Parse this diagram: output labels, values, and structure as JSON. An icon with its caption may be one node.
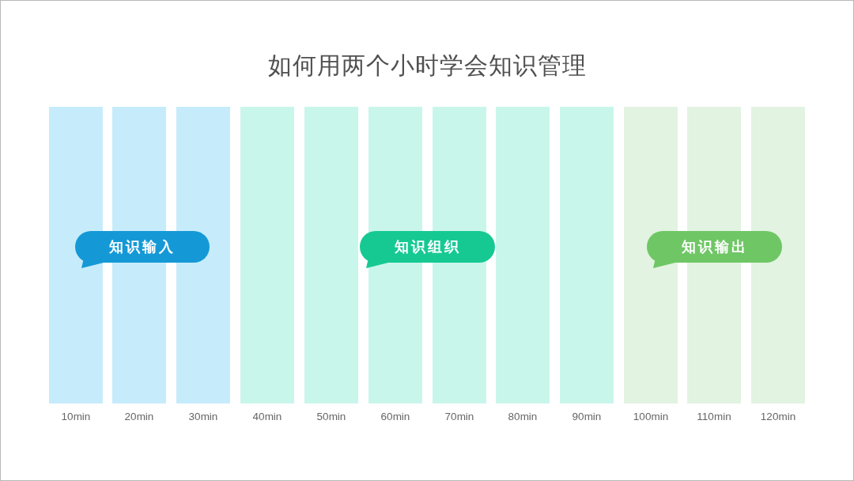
{
  "diagram": {
    "title": "如何用两个小时学会知识管理",
    "nodes": [
      {
        "text": [],
        "shape": "bar",
        "beside": [
          "10min"
        ]
      },
      {
        "text": [],
        "shape": "bar",
        "beside": [
          "20min"
        ]
      },
      {
        "text": [],
        "shape": "bar",
        "beside": [
          "30min"
        ]
      },
      {
        "text": [],
        "shape": "bar",
        "beside": [
          "40min"
        ]
      },
      {
        "text": [],
        "shape": "bar",
        "beside": [
          "50min"
        ]
      },
      {
        "text": [],
        "shape": "bar",
        "beside": [
          "60min"
        ]
      },
      {
        "text": [],
        "shape": "bar",
        "beside": [
          "70min"
        ]
      },
      {
        "text": [],
        "shape": "bar",
        "beside": [
          "80min"
        ]
      },
      {
        "text": [],
        "shape": "bar",
        "beside": [
          "90min"
        ]
      },
      {
        "text": [],
        "shape": "bar",
        "beside": [
          "100min"
        ]
      },
      {
        "text": [],
        "shape": "bar",
        "beside": [
          "110min"
        ]
      },
      {
        "text": [],
        "shape": "bar",
        "beside": [
          "120min"
        ]
      },
      {
        "text": [
          "知识输入"
        ]
      },
      {
        "text": [
          "知识组织"
        ]
      },
      {
        "text": [
          "知识输出"
        ]
      }
    ]
  }
}
